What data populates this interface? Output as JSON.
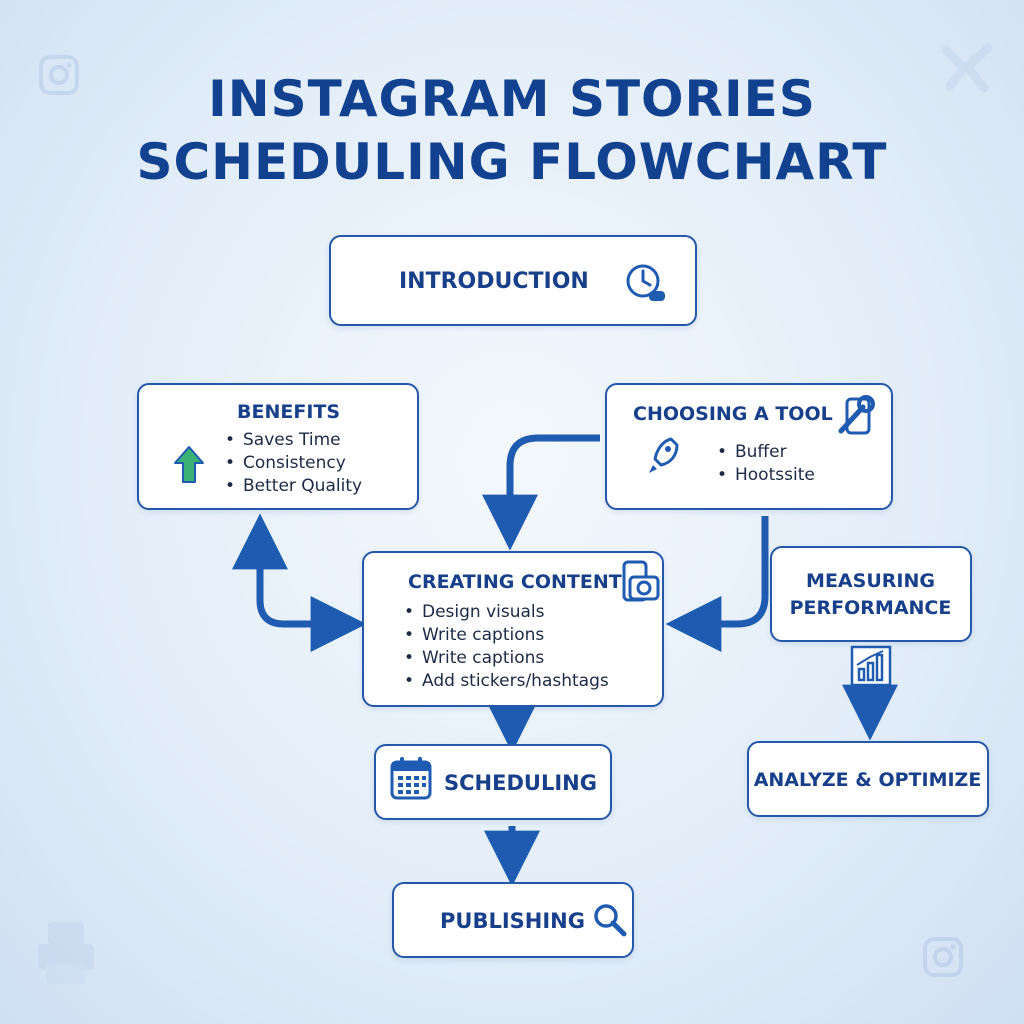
{
  "title": {
    "line1": "INSTAGRAM STORIES",
    "line2": "SCHEDULING FLOWCHART"
  },
  "nodes": {
    "introduction": {
      "label": "INTRODUCTION",
      "icon": "clock-icon"
    },
    "benefits": {
      "label": "BENEFITS",
      "icon": "arrow-up-icon",
      "items": [
        "Saves Time",
        "Consistency",
        "Better Quality"
      ]
    },
    "choosing_tool": {
      "label": "CHOOSING A TOOL",
      "icons": [
        "wrench-phone-icon",
        "rocket-icon"
      ],
      "items": [
        "Buffer",
        "Hootssite"
      ]
    },
    "creating_content": {
      "label": "CREATING CONTENT",
      "icon": "camera-phone-icon",
      "items": [
        "Design visuals",
        "Write captions",
        "Write captions",
        "Add stickers/hashtags"
      ]
    },
    "measuring": {
      "label_line1": "MEASURING",
      "label_line2": "PERFORMANCE",
      "icon": "bar-chart-icon"
    },
    "scheduling": {
      "label": "SCHEDULING",
      "icon": "calendar-icon"
    },
    "analyze": {
      "label": "ANALYZE & OPTIMIZE"
    },
    "publishing": {
      "label": "PUBLISHING",
      "icon": "search-icon"
    }
  },
  "colors": {
    "accent": "#2558a8",
    "title": "#12418f",
    "arrow": "#1f5bb0",
    "green": "#3bb273"
  }
}
